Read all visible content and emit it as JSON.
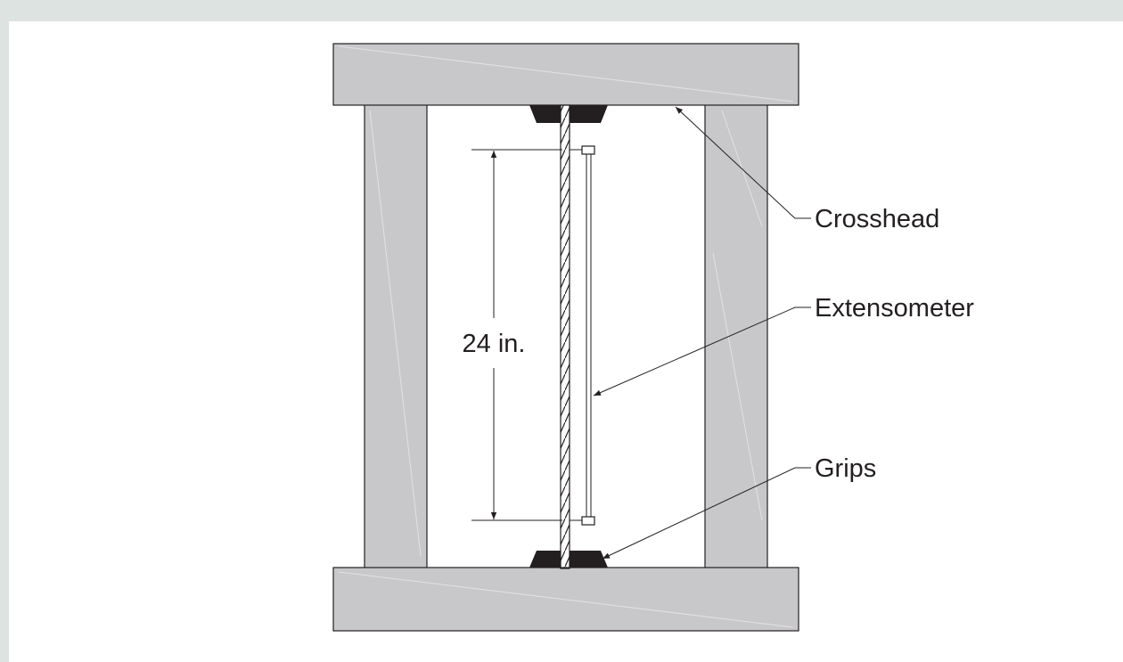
{
  "colors": {
    "page_background": "#dce3e1",
    "panel_background": "#ffffff",
    "frame_fill": "#c8c8ca",
    "frame_stroke": "#231f20",
    "grip_fill": "#231f20",
    "line": "#231f20"
  },
  "labels": {
    "crosshead": "Crosshead",
    "extensometer": "Extensometer",
    "grips": "Grips",
    "gauge_length": "24 in."
  }
}
